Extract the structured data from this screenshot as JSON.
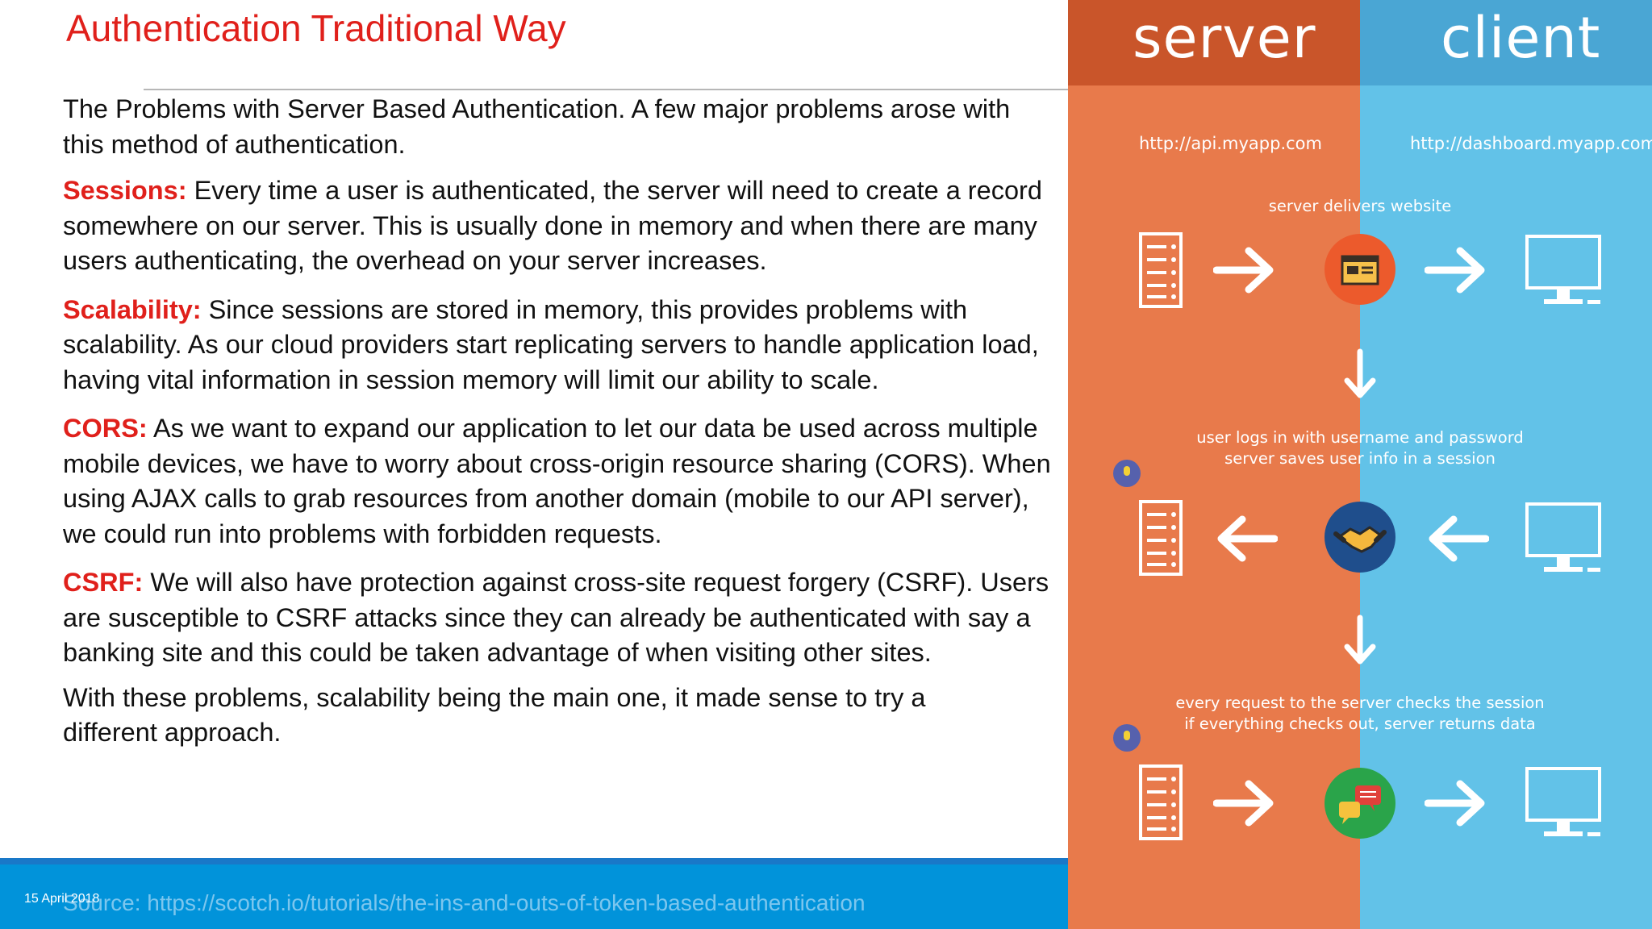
{
  "slide": {
    "title": "Authentication Traditional Way",
    "intro": "The Problems with Server Based Authentication. A few major problems arose with this method of authentication.",
    "sections": [
      {
        "label": "Sessions:",
        "text": " Every time a user is authenticated, the server will need to create a record somewhere on our server. This is usually done in memory and when there are many users authenticating, the overhead on your server increases."
      },
      {
        "label": "Scalability:",
        "text": " Since sessions are stored in memory, this provides problems with scalability. As our cloud providers start replicating servers to handle application load, having vital information in session memory will limit our ability to scale."
      },
      {
        "label": "CORS:",
        "text": " As we want to expand our application to let our data be used across multiple mobile devices, we have to worry about cross-origin resource sharing (CORS). When using AJAX calls to grab resources from another domain (mobile to our API server), we could run into problems with forbidden requests."
      },
      {
        "label": "CSRF:",
        "text": " We will also have protection against cross-site request forgery (CSRF). Users are susceptible to CSRF attacks since they can already be authenticated with say a banking site and this could be taken advantage of when visiting other sites."
      }
    ],
    "conclusion": "With these problems, scalability being the main one, it made sense to try a different approach."
  },
  "footer": {
    "date": "15 April 2018",
    "source": "Source: https://scotch.io/tutorials/the-ins-and-outs-of-token-based-authentication"
  },
  "diagram": {
    "server_header": "server",
    "client_header": "client",
    "server_url": "http://api.myapp.com",
    "client_url": "http://dashboard.myapp.com",
    "caption_1": "server delivers website",
    "caption_2a": "user logs in with username and password",
    "caption_2b": "server saves user info in a session",
    "caption_3a": "every request to the server checks the session",
    "caption_3b": "if everything checks out, server returns data",
    "colors": {
      "server_header": "#c9552a",
      "server_bg": "#e87a4b",
      "client_header": "#4aa6d4",
      "client_bg": "#62c2e8",
      "accent_red": "#e0201b"
    },
    "icons": [
      "server-icon",
      "monitor-icon",
      "arrow-right-icon",
      "arrow-left-icon",
      "arrow-down-icon",
      "website-icon",
      "handshake-icon",
      "chat-icon",
      "map-pin-icon"
    ]
  }
}
